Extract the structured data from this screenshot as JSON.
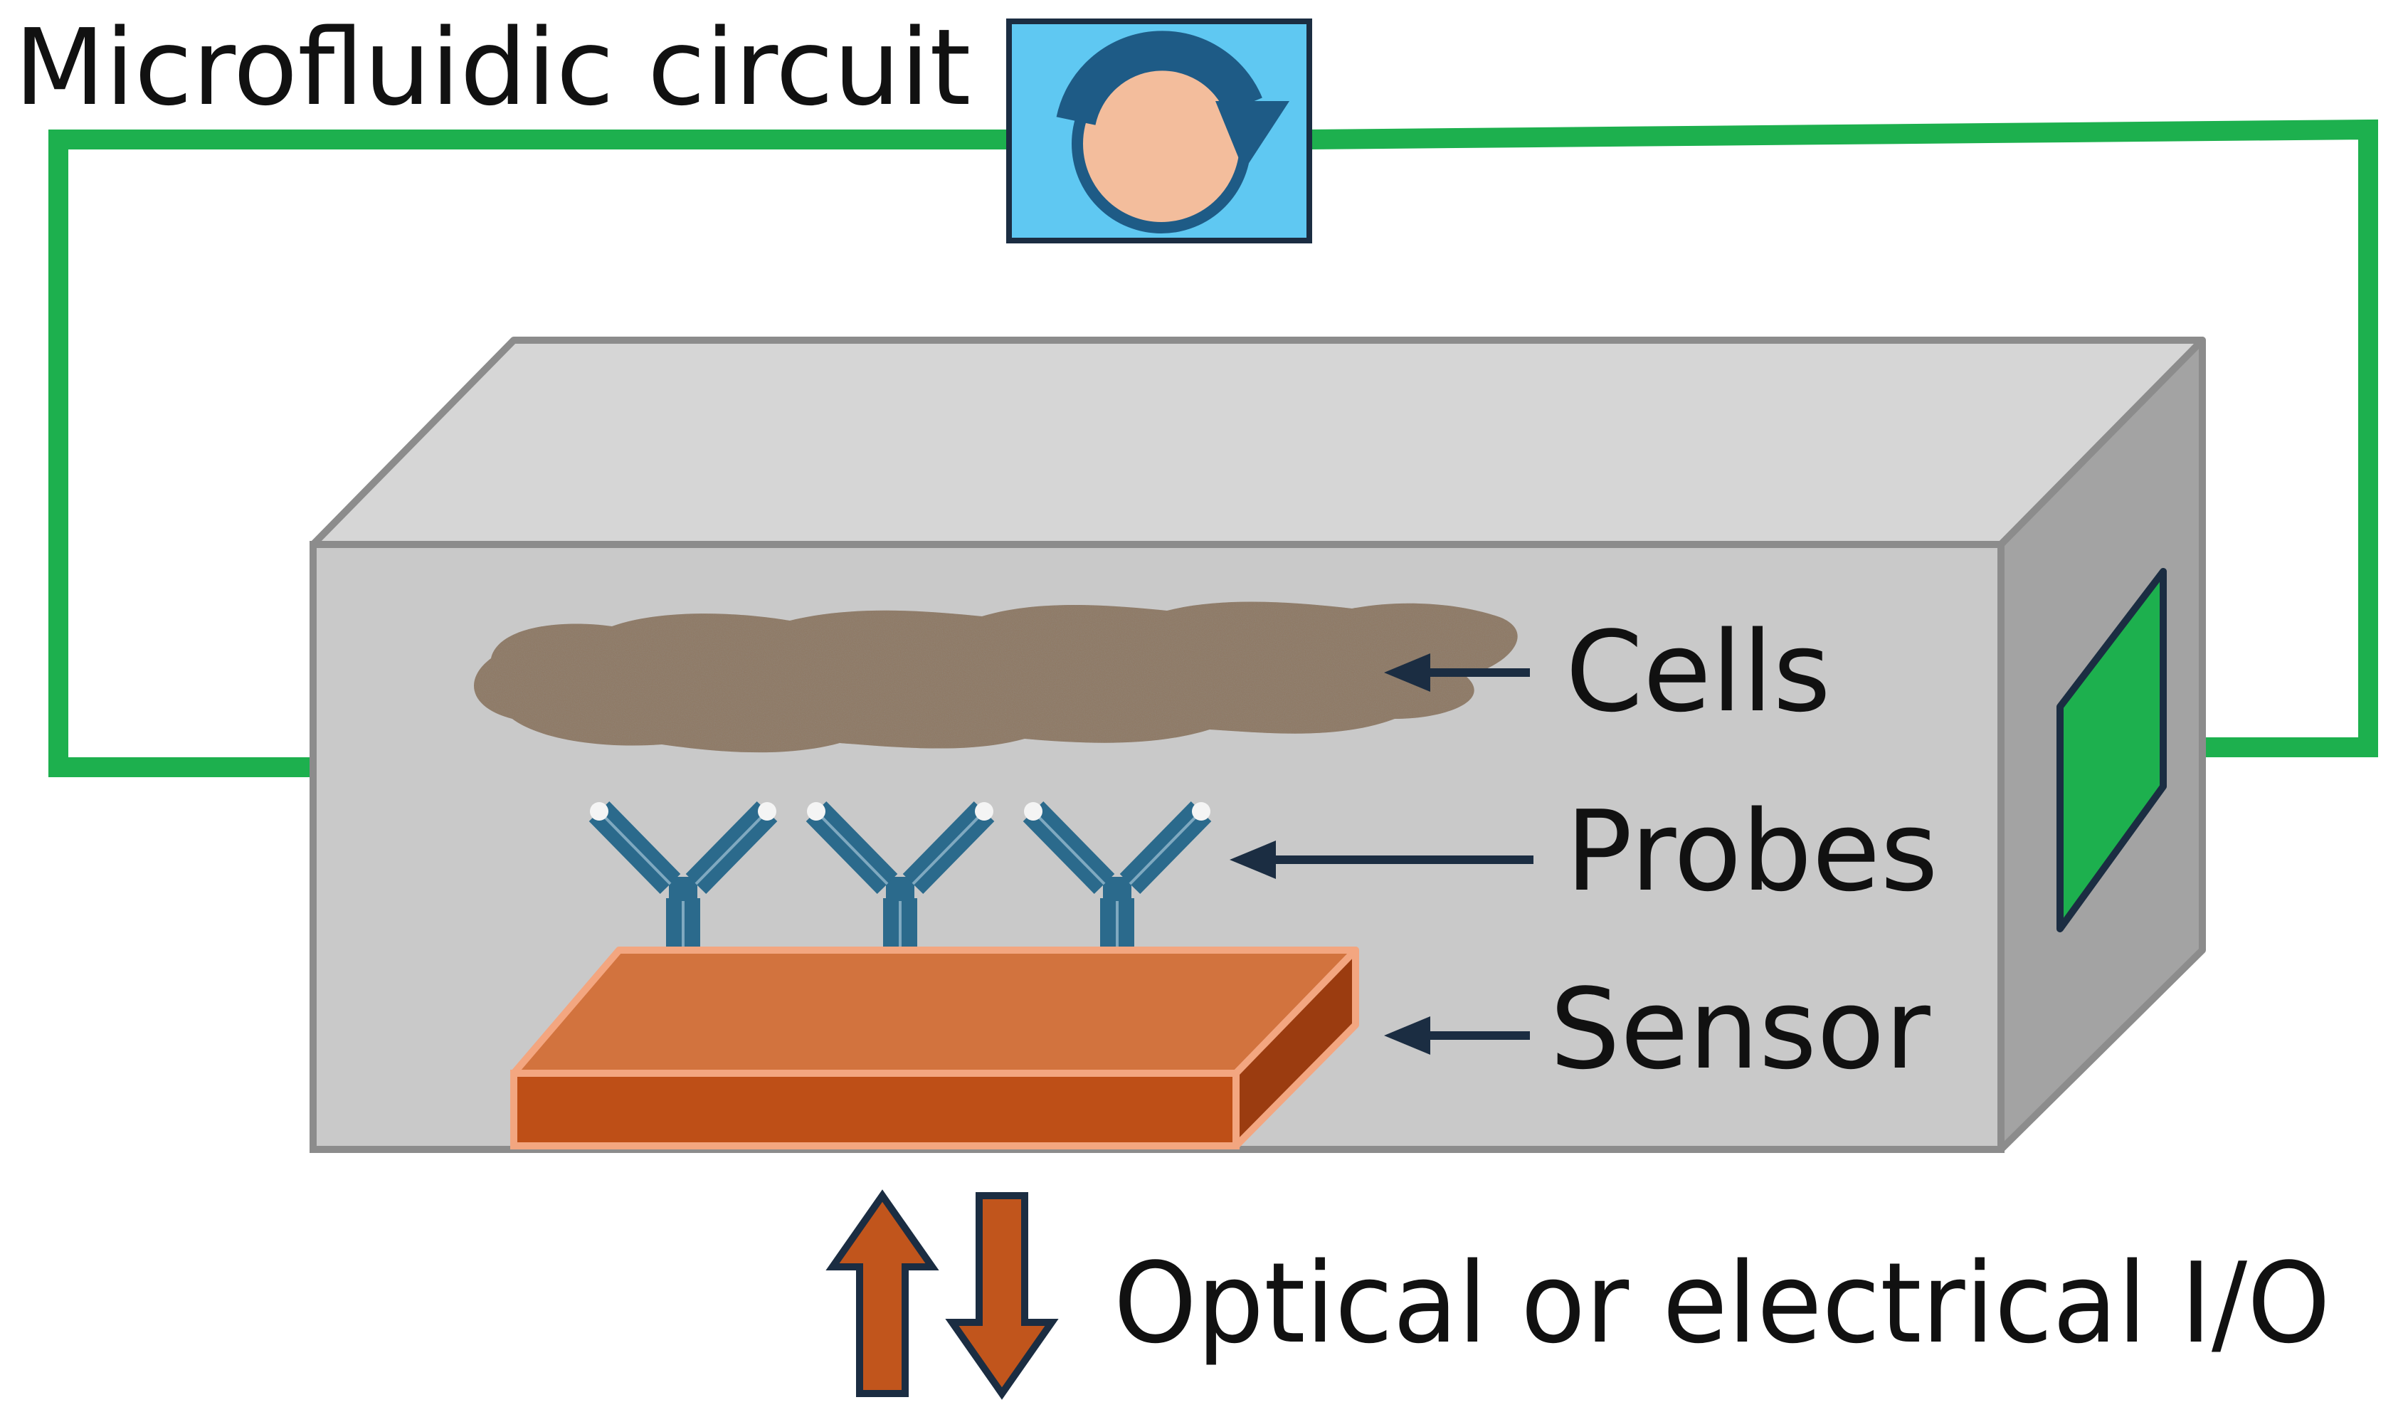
{
  "labels": {
    "title": "Microfluidic circuit",
    "cells": "Cells",
    "probes": "Probes",
    "sensor": "Sensor",
    "io": "Optical or electrical I/O"
  },
  "icons": {
    "pump": "pump-circular-arrow-icon",
    "probe": "y-antibody-probe-icon",
    "port": "outlet-port-icon",
    "io_up": "up-arrow-icon",
    "io_down": "down-arrow-icon"
  },
  "colors": {
    "tubing": "#1db04e",
    "chamber_front": "#c9c9c9",
    "chamber_top": "#d6d6d6",
    "chamber_side": "#a3a3a3",
    "chamber_edge": "#8c8c8c",
    "pump_bg": "#5fc8f2",
    "pump_arrow": "#1e5b86",
    "pump_face": "#f3bd9c",
    "cells": "#8f7a66",
    "probe": "#2b6a8c",
    "sensor_top": "#d2733e",
    "sensor_front": "#be4f17",
    "sensor_side": "#9b3c10",
    "sensor_edge": "#f3a680",
    "io_arrow": "#c1551c",
    "pointer": "#1b2d42",
    "port": "#1db04e"
  }
}
